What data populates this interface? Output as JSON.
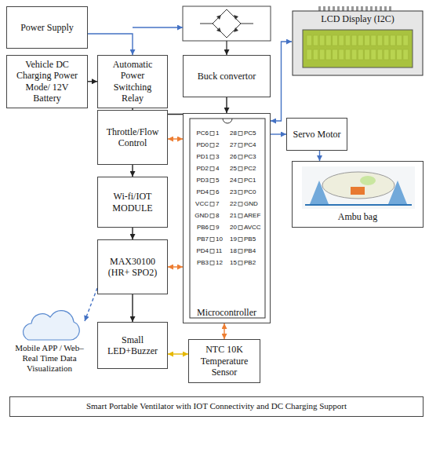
{
  "diagram": {
    "nodes": [
      {
        "text": [
          "Power Supply"
        ]
      },
      {
        "text": [
          "LCD Display (I2C)"
        ]
      },
      {
        "text": [
          "Vehicle DC Charging Power Mode/ 12V Battery"
        ]
      },
      {
        "text": [
          "Automatic Power Switching Relay"
        ]
      },
      {
        "text": [
          "Buck convertor"
        ]
      },
      {
        "text": [
          "Throttle/Flow Control"
        ]
      },
      {
        "text": [
          "Microcontroller"
        ]
      },
      {
        "text": [
          "Servo Motor"
        ]
      },
      {
        "text": [
          "Ambu bag"
        ]
      },
      {
        "text": [
          "Wi-fi/IOT MODULE"
        ]
      },
      {
        "text": [
          "MAX30100 (HR+ SPO2)"
        ]
      },
      {
        "text": [
          "Mobile APP / Web– Real Time Data Visualization"
        ]
      },
      {
        "text": [
          "Small LED+Buzzer"
        ]
      },
      {
        "text": [
          "NTC 10K Temperature Sensor"
        ]
      },
      {
        "text": [
          "Smart Portable Ventilator with IOT Connectivity and DC Charging Support"
        ]
      }
    ],
    "edges": [
      {
        "from": 0,
        "to": 3,
        "arrow": "to"
      },
      {
        "from": 2,
        "to": 3,
        "arrow": "to"
      },
      {
        "from": 3,
        "to": 6,
        "arrow": "to"
      },
      {
        "from": 4,
        "to": 6,
        "arrow": "to"
      },
      {
        "from": 6,
        "to": 1,
        "arrow": "both"
      },
      {
        "from": 6,
        "to": 7,
        "arrow": "to"
      },
      {
        "from": 7,
        "to": 8,
        "arrow": "to"
      },
      {
        "from": 5,
        "to": 6,
        "arrow": "both"
      },
      {
        "from": 5,
        "to": 9,
        "arrow": "to"
      },
      {
        "from": 9,
        "to": 10,
        "arrow": "to"
      },
      {
        "from": 10,
        "to": 6,
        "arrow": "both"
      },
      {
        "from": 10,
        "to": 11,
        "arrow": "to"
      },
      {
        "from": 10,
        "to": 12,
        "arrow": "to"
      },
      {
        "from": 12,
        "to": 13,
        "arrow": "both"
      },
      {
        "from": 13,
        "to": 6,
        "arrow": "both"
      }
    ],
    "labels": [
      "PC6",
      "1",
      "28",
      "PC5",
      "PD0",
      "2",
      "27",
      "PC4",
      "PD1",
      "3",
      "26",
      "PC3",
      "PD2",
      "4",
      "25",
      "PC2",
      "PD3",
      "5",
      "24",
      "PC1",
      "PD4",
      "6",
      "23",
      "PC0",
      "VCC",
      "7",
      "22",
      "GND",
      "GND",
      "8",
      "21",
      "AREF",
      "PB6",
      "9",
      "20",
      "AVCC",
      "PB7",
      "10",
      "19",
      "PB5",
      "PD4",
      "11",
      "18",
      "PB4",
      "PB3",
      "12",
      "15",
      "PB2"
    ]
  }
}
